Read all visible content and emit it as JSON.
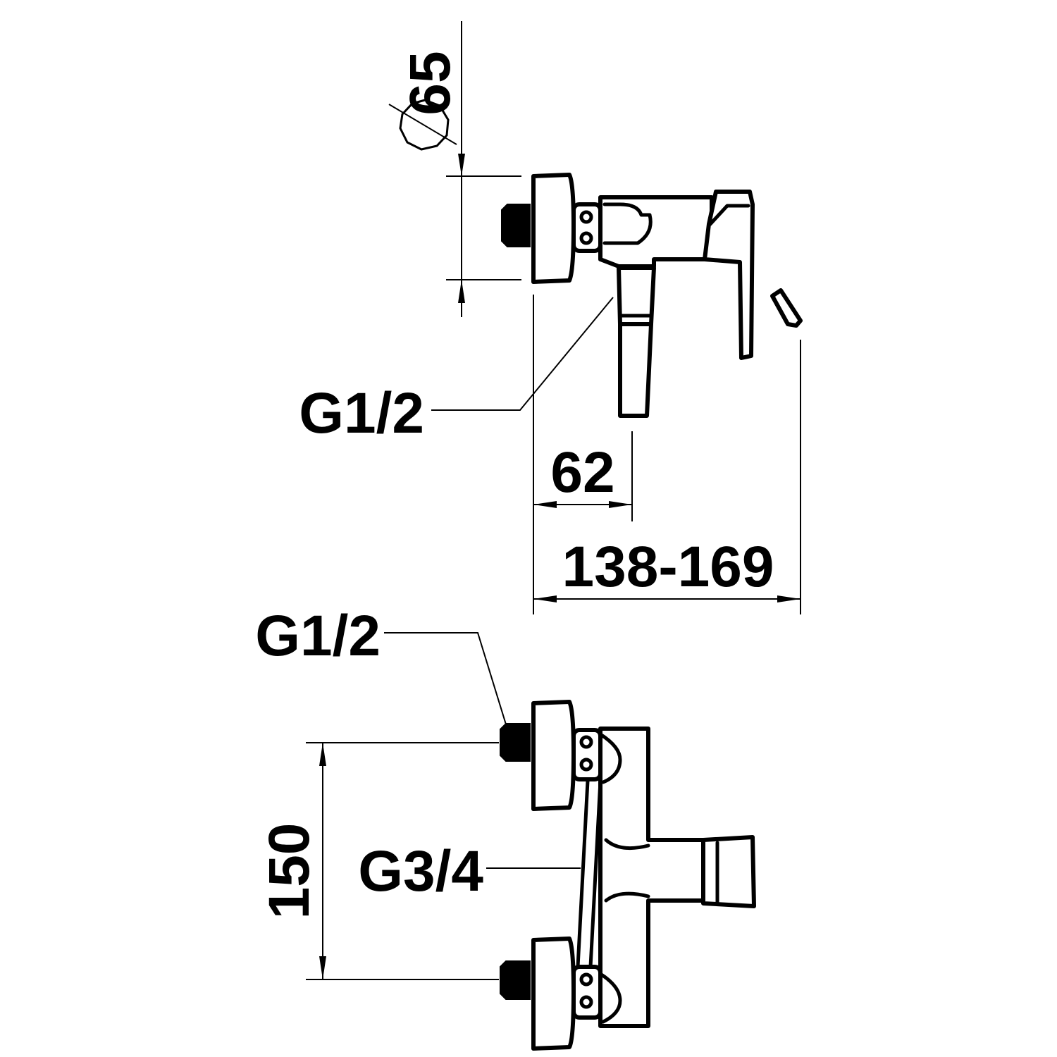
{
  "labels": {
    "diameter": "65",
    "side_thread": "G1/2",
    "depth_min": "62",
    "depth_range": "138-169",
    "front_thread": "G1/2",
    "outlet_thread": "G3/4",
    "centers": "150"
  },
  "colors": {
    "line": "#000000",
    "background": "#ffffff"
  }
}
